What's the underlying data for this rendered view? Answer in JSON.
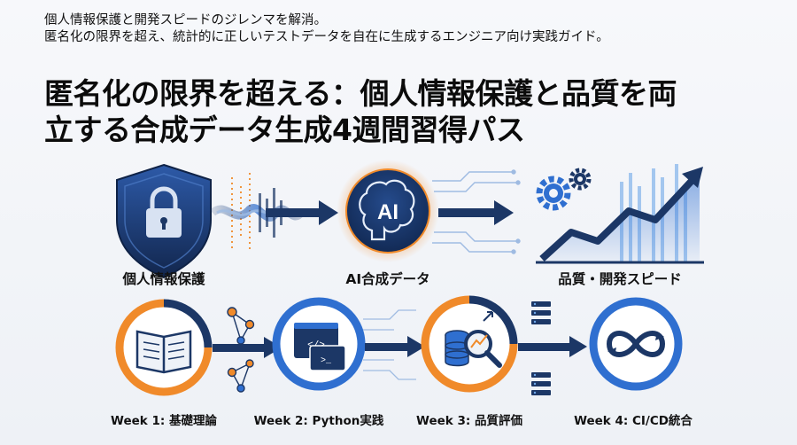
{
  "header": {
    "subtitle_line1": "個人情報保護と開発スピードのジレンマを解消。",
    "subtitle_line2": "匿名化の限界を超え、統計的に正しいテストデータを自在に生成するエンジニア向け実践ガイド。",
    "title_line1": "匿名化の限界を超える：個人情報保護と品質を両",
    "title_line2": "立する合成データ生成4週間習得パス"
  },
  "flow": {
    "privacy_label": "個人情報保護",
    "ai_badge": "AI",
    "ai_label": "AI合成データ",
    "quality_label": "品質・開発スピード"
  },
  "weeks": [
    {
      "label": "Week 1: 基礎理論"
    },
    {
      "label": "Week 2: Python実践"
    },
    {
      "label": "Week 3: 品質評価"
    },
    {
      "label": "Week 4: CI/CD統合"
    }
  ],
  "colors": {
    "navy": "#1c3766",
    "blue": "#2f6fd0",
    "orange": "#f08a2a",
    "light_blue": "#6fa8ea"
  }
}
